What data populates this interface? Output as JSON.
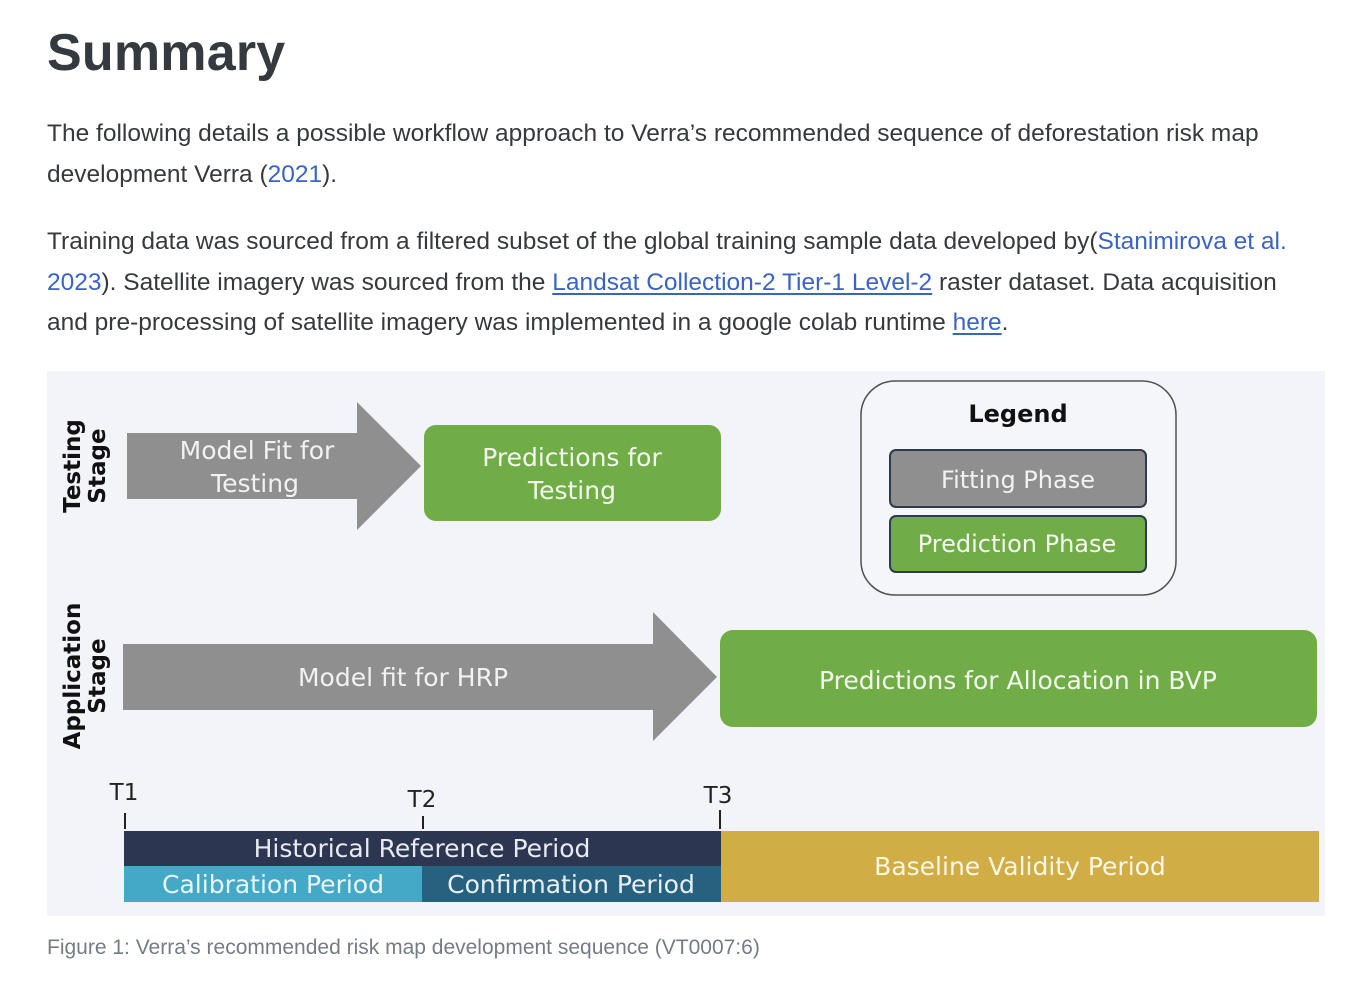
{
  "heading": "Summary",
  "paragraph1": {
    "text_before": "The following details a possible workflow approach to Verra’s recommended sequence of deforestation risk map development Verra (",
    "citation": "2021",
    "text_after": ")."
  },
  "paragraph2": {
    "text_start": "Training data was sourced from a filtered subset of the global training sample data developed by(",
    "citation": "Stanimirova et al. 2023",
    "text_mid1": "). Satellite imagery was sourced from the ",
    "link_landsat": "Landsat Collection-2 Tier-1 Level-2",
    "text_mid2": " raster dataset. Data acquisition and pre-processing of satellite imagery was implemented in a google colab runtime ",
    "link_here": "here",
    "text_end": "."
  },
  "figure": {
    "testing_stage_label": [
      "Testing",
      "Stage"
    ],
    "application_stage_label": [
      "Application",
      "Stage"
    ],
    "model_fit_testing": [
      "Model Fit for",
      "Testing"
    ],
    "predictions_testing": [
      "Predictions for",
      "Testing"
    ],
    "model_fit_hrp": "Model fit for HRP",
    "predictions_bvp": "Predictions for Allocation in BVP",
    "legend": {
      "title": "Legend",
      "fitting": "Fitting Phase",
      "prediction": "Prediction Phase"
    },
    "timeline": {
      "t1": "T1",
      "t2": "T2",
      "t3": "T3",
      "historical": "Historical Reference Period",
      "calibration": "Calibration Period",
      "confirmation": "Confirmation Period",
      "baseline": "Baseline Validity Period"
    },
    "colors": {
      "fitting_gray": "#8f8f8f",
      "prediction_green": "#70ad47",
      "historical_navy": "#2c3650",
      "calibration_cyan": "#44a9c6",
      "confirmation_blue": "#26617f",
      "baseline_gold": "#d1ad45"
    }
  },
  "caption": "Figure 1: Verra’s recommended risk map development sequence (VT0007:6)"
}
